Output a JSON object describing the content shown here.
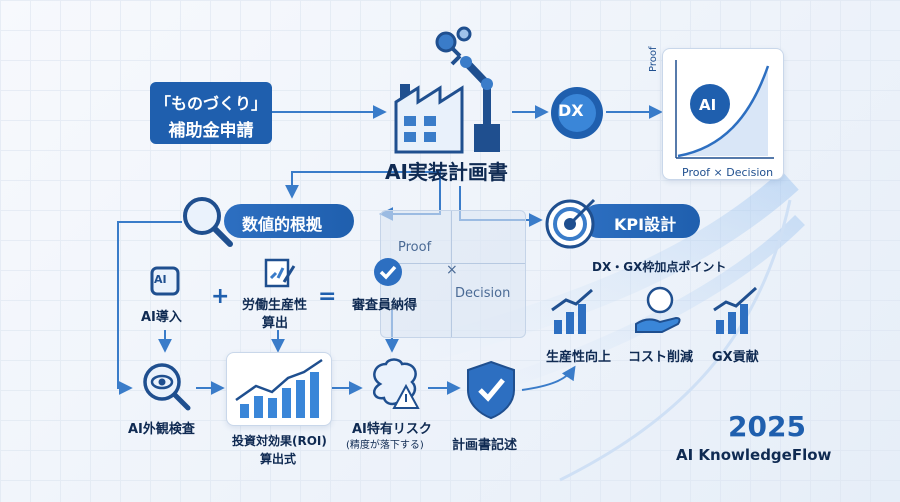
{
  "subsidy_box": {
    "line1": "「ものづくり」",
    "line2": "補助金申請"
  },
  "main_plan": "AI実装計画書",
  "dx_label": "DX",
  "ai_badge": "AI",
  "proof_chart": {
    "y_label": "Proof",
    "x_label": "Proof × Decision"
  },
  "numeric_basis": "数値的根拠",
  "kpi_design": "KPI設計",
  "kpi_subtitle": "DX・GX枠加点ポイント",
  "matrix": {
    "proof": "Proof",
    "times": "×",
    "decision": "Decision"
  },
  "ai_intro": "AI導入",
  "labor": {
    "line1": "労働生産性",
    "line2": "算出"
  },
  "reviewer": "審査員納得",
  "kpis": [
    {
      "label": "生産性向上",
      "icon": "bar-chart-up-icon"
    },
    {
      "label": "コスト削減",
      "icon": "coin-hand-icon"
    },
    {
      "label": "GX貢献",
      "icon": "growth-chart-icon"
    }
  ],
  "inspection": "AI外観検査",
  "roi": {
    "line1": "投資対効果(ROI)",
    "line2": "算出式"
  },
  "risk": {
    "line1": "AI特有リスク",
    "line2": "(精度が落下する)"
  },
  "plan_write": "計画書記述",
  "year": "2025",
  "brand": "AI KnowledgeFlow",
  "colors": {
    "primary": "#1f5fae",
    "accent": "#3a86d8",
    "light": "#e3ecf8"
  }
}
